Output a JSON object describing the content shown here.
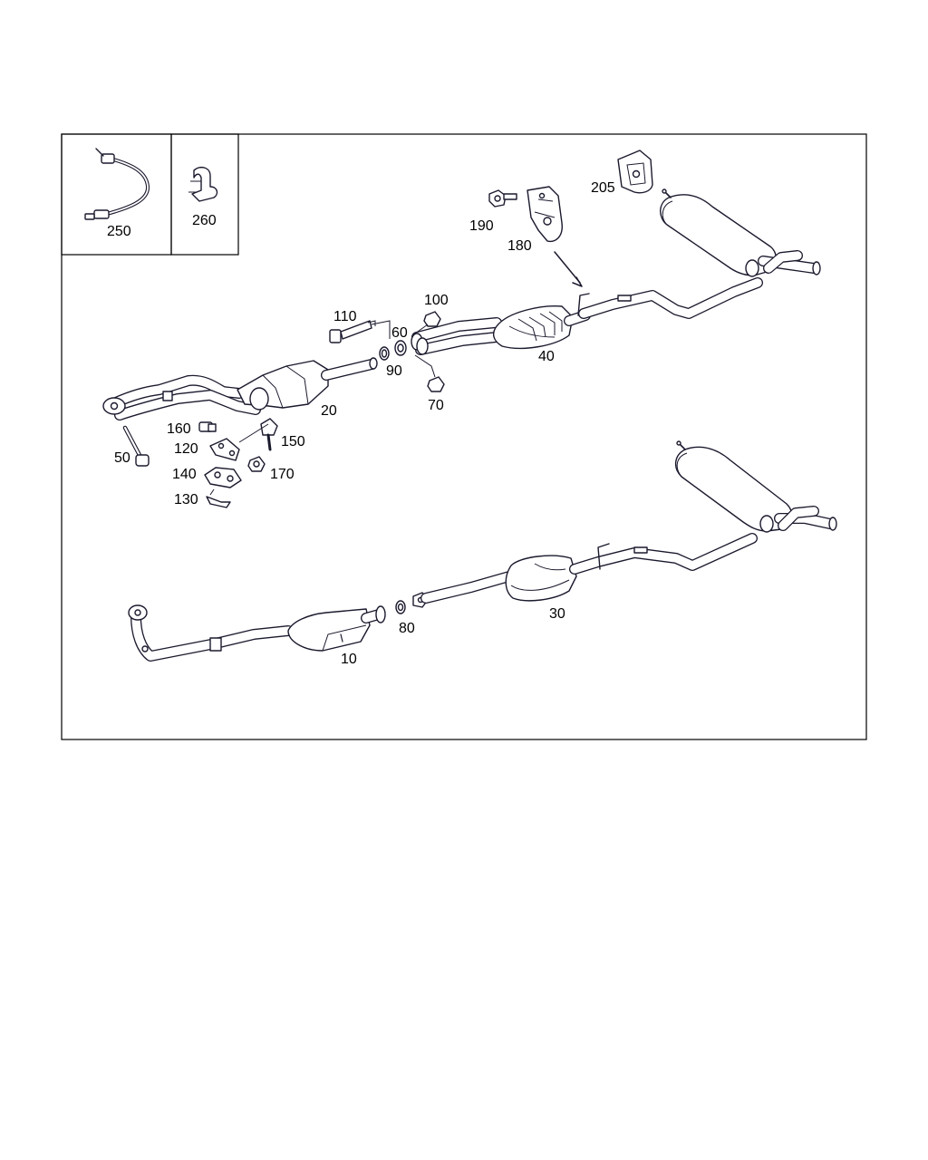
{
  "labels": {
    "p10": "10",
    "p20": "20",
    "p30": "30",
    "p40": "40",
    "p50": "50",
    "p60": "60",
    "p70": "70",
    "p80": "80",
    "p90": "90",
    "p100": "100",
    "p110": "110",
    "p120": "120",
    "p130": "130",
    "p140": "140",
    "p150": "150",
    "p160": "160",
    "p170": "170",
    "p180": "180",
    "p190": "190",
    "p205": "205",
    "p250": "250",
    "p260": "260"
  },
  "colors": {
    "ink": "#1a1a2e",
    "fill": "#ffffff"
  }
}
